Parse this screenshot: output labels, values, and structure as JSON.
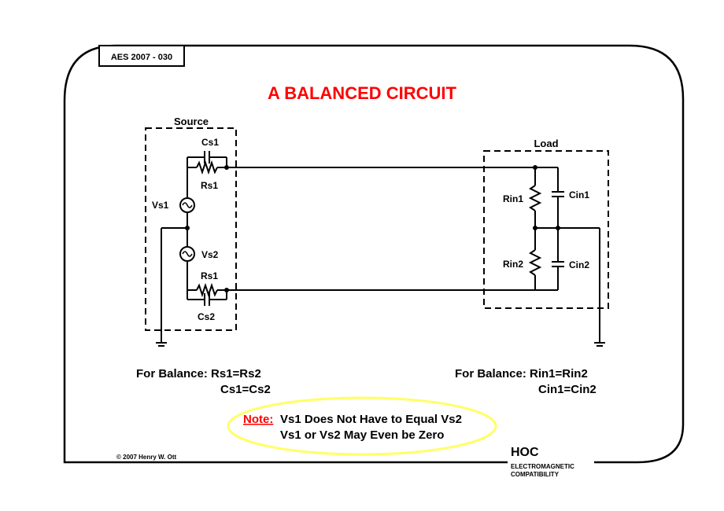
{
  "header": {
    "tag": "AES 2007 - 030"
  },
  "title": "A BALANCED CIRCUIT",
  "source": {
    "label": "Source",
    "cs1": "Cs1",
    "rs1_top": "Rs1",
    "vs1": "Vs1",
    "vs2": "Vs2",
    "rs1_bottom": "Rs1",
    "cs2": "Cs2"
  },
  "load": {
    "label": "Load",
    "rin1": "Rin1",
    "cin1": "Cin1",
    "rin2": "Rin2",
    "cin2": "Cin2"
  },
  "balance_left": {
    "line1": "For Balance: Rs1=Rs2",
    "line2": "Cs1=Cs2"
  },
  "balance_right": {
    "line1": "For Balance: Rin1=Rin2",
    "line2": "Cin1=Cin2"
  },
  "note": {
    "label": "Note:",
    "line1": "Vs1 Does Not Have to Equal Vs2",
    "line2": "Vs1 or Vs2 May Even be Zero"
  },
  "footer": {
    "copyright": "© 2007 Henry W. Ott",
    "logo_main": "HOC",
    "logo_sub1": "ELECTROMAGNETIC",
    "logo_sub2": "COMPATIBILITY"
  },
  "colors": {
    "title": "#ff0000",
    "note_label": "#ff0000",
    "highlight": "#ffff66",
    "ink": "#000000"
  }
}
